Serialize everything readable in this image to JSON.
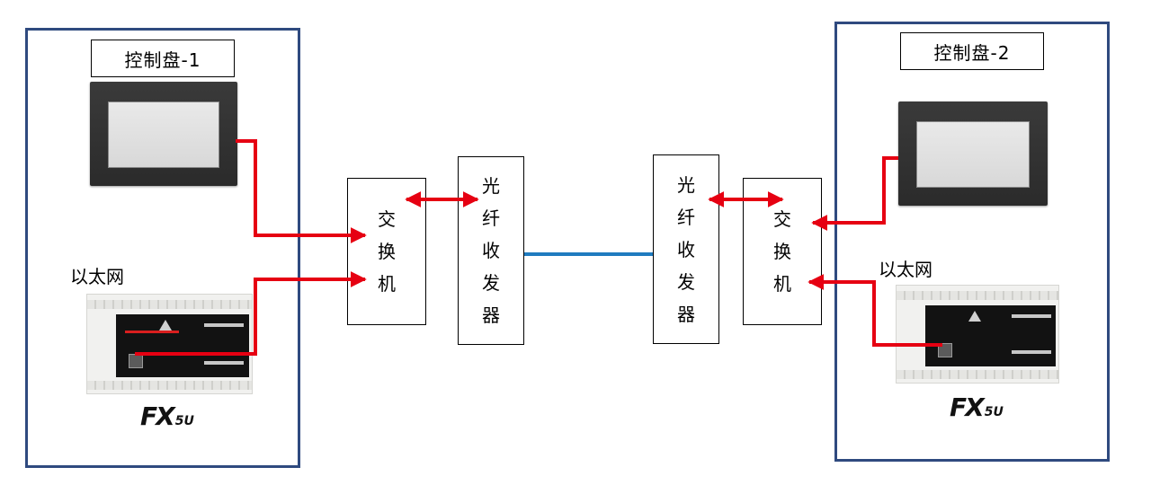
{
  "panels": {
    "left": {
      "title": "控制盘-1",
      "ethernet_label": "以太网",
      "brand_main": "FX",
      "brand_sub": "5U"
    },
    "right": {
      "title": "控制盘-2",
      "ethernet_label": "以太网",
      "brand_main": "FX",
      "brand_sub": "5U"
    }
  },
  "devices": {
    "switch_left": [
      "交",
      "换",
      "机"
    ],
    "transceiver_left": [
      "光",
      "纤",
      "收",
      "发",
      "器"
    ],
    "transceiver_right": [
      "光",
      "纤",
      "收",
      "发",
      "器"
    ],
    "switch_right": [
      "交",
      "换",
      "机"
    ]
  },
  "colors": {
    "panel_border": "#2f4a7f",
    "signal_wire": "#e60012",
    "fiber_link": "#1f7bbf"
  }
}
